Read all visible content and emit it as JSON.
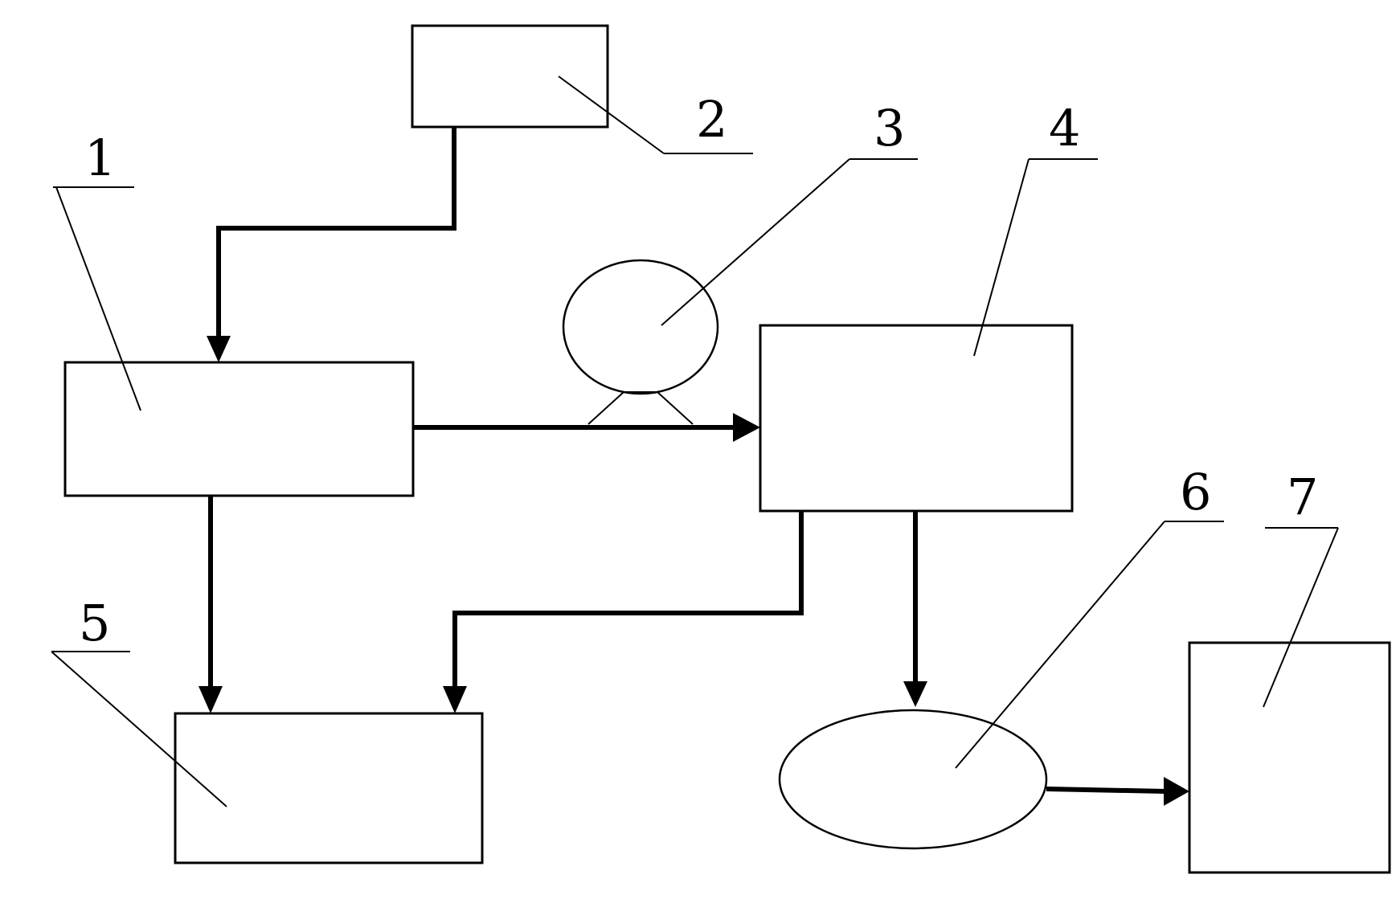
{
  "labels": {
    "component_1": "1",
    "component_2": "2",
    "component_3": "3",
    "component_4": "4",
    "component_5": "5",
    "component_6": "6",
    "component_7": "7"
  },
  "colors": {
    "stroke": "#000000",
    "background": "#ffffff"
  }
}
